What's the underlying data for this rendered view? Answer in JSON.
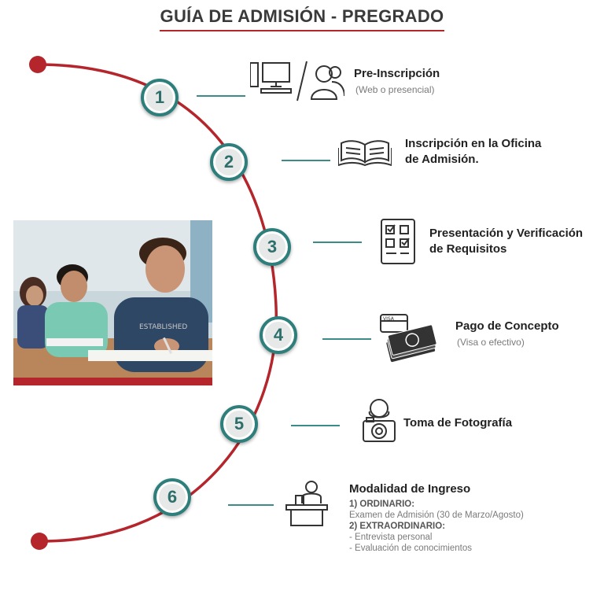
{
  "title": "GUÍA DE ADMISIÓN - PREGRADO",
  "steps": [
    {
      "number": "1",
      "title": "Pre-Inscripción",
      "subtitle": "(Web o presencial)",
      "icon": "computer-user-icon"
    },
    {
      "number": "2",
      "title_lines": [
        "Inscripción en la Oficina",
        "de Admisión."
      ],
      "icon": "open-book-icon"
    },
    {
      "number": "3",
      "title_lines": [
        "Presentación y Verificación",
        "de Requisitos"
      ],
      "icon": "checklist-icon"
    },
    {
      "number": "4",
      "title": "Pago de Concepto",
      "subtitle": "(Visa o efectivo)",
      "icon": "payment-icon"
    },
    {
      "number": "5",
      "title": "Toma de Fotografía",
      "icon": "photo-camera-icon"
    },
    {
      "number": "6",
      "title": "Modalidad de Ingreso",
      "icon": "person-desk-icon",
      "details": {
        "ordinary_label": "1) ORDINARIO:",
        "ordinary_text": "Examen de Admisión (30 de Marzo/Agosto)",
        "extra_label": "2) EXTRAORDINARIO:",
        "extra_items": [
          "- Entrevista personal",
          "- Evaluación de conocimientos"
        ]
      }
    }
  ],
  "colors": {
    "accent_red": "#b4262c",
    "teal": "#2e7f7b"
  }
}
